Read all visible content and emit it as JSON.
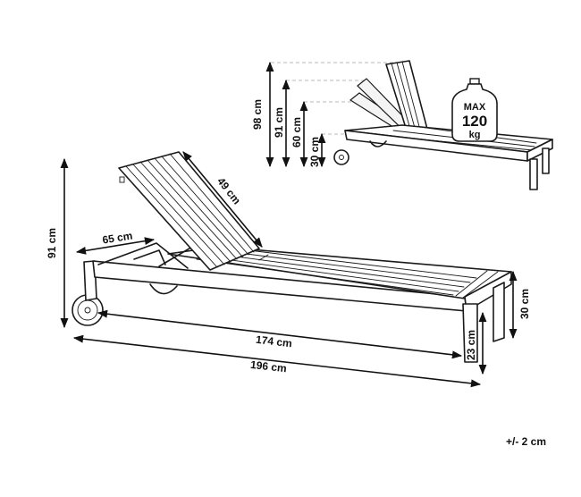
{
  "dimensions": {
    "overall_height": "91 cm",
    "backrest_length": "49 cm",
    "armrest_length": "65 cm",
    "seat_length": "174 cm",
    "total_length": "196 cm",
    "seat_height": "23 cm",
    "frame_height": "30 cm"
  },
  "positions": {
    "pos_98": "98 cm",
    "pos_91": "91 cm",
    "pos_60": "60 cm",
    "pos_30": "30 cm"
  },
  "max_load": {
    "label": "MAX",
    "value": "120",
    "unit": "kg"
  },
  "tolerance": "+/- 2 cm"
}
